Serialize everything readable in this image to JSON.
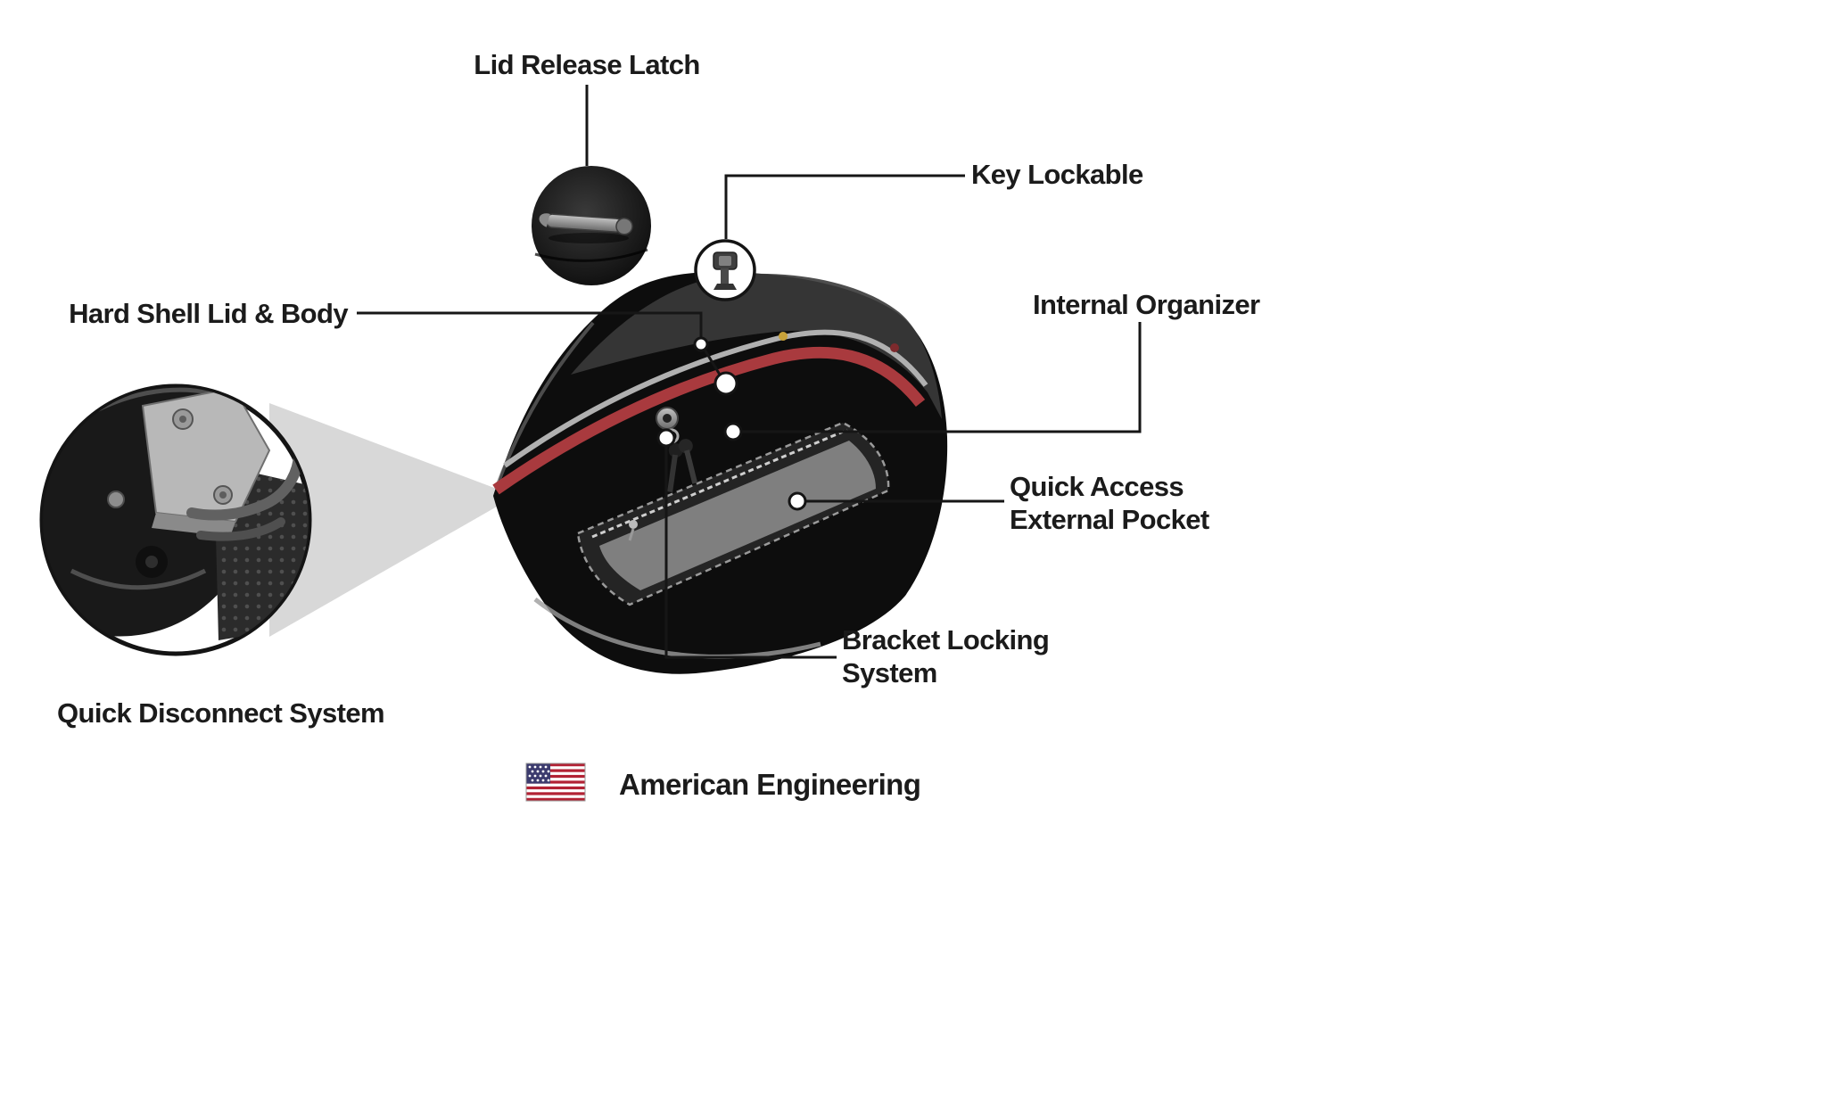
{
  "page": {
    "background": "#ffffff",
    "type": "product-feature-infographic",
    "subject": "motorcycle saddlebag"
  },
  "labels": {
    "lid_release_latch": "Lid Release Latch",
    "key_lockable": "Key Lockable",
    "hard_shell_lid_body": "Hard Shell Lid & Body",
    "internal_organizer": "Internal Organizer",
    "quick_access_external_pocket": "Quick Access\nExternal Pocket",
    "bracket_locking_system": "Bracket Locking\nSystem",
    "quick_disconnect_system": "Quick Disconnect System",
    "american_engineering": "American Engineering"
  },
  "icons": {
    "us_flag": "us-flag-icon",
    "key": "key-icon",
    "lid_latch_inset": "lid-latch-closeup",
    "quick_disconnect_inset": "quick-disconnect-closeup"
  },
  "colors": {
    "accent_red": "#a93a3e",
    "bag_black": "#0d0d0d",
    "callout_line": "#161616",
    "spotlight_gray": "#d8d8d8",
    "flag_red": "#b22234",
    "flag_blue": "#3c3b6e"
  }
}
